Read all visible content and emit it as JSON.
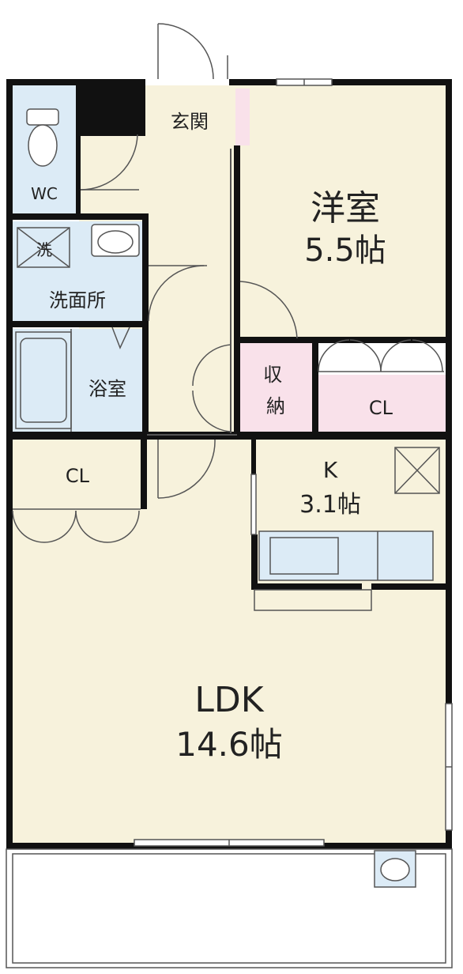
{
  "rooms": {
    "entrance": "玄関",
    "western": {
      "name": "洋室",
      "size": "5.5帖"
    },
    "wc": "WC",
    "washer": "洗",
    "washroom": "洗面所",
    "bath": "浴室",
    "storage": "収\n納",
    "closet_western": "CL",
    "closet_ldk": "CL",
    "kitchen": {
      "name": "K",
      "size": "3.1帖"
    },
    "ldk": {
      "name": "LDK",
      "size": "14.6帖"
    }
  },
  "colors": {
    "wall": "#111111",
    "floor": "#f7f2dc",
    "wet_area": "#dcebf6",
    "closet": "#f9e1ea",
    "balcony": "#ffffff",
    "line": "#555555"
  }
}
